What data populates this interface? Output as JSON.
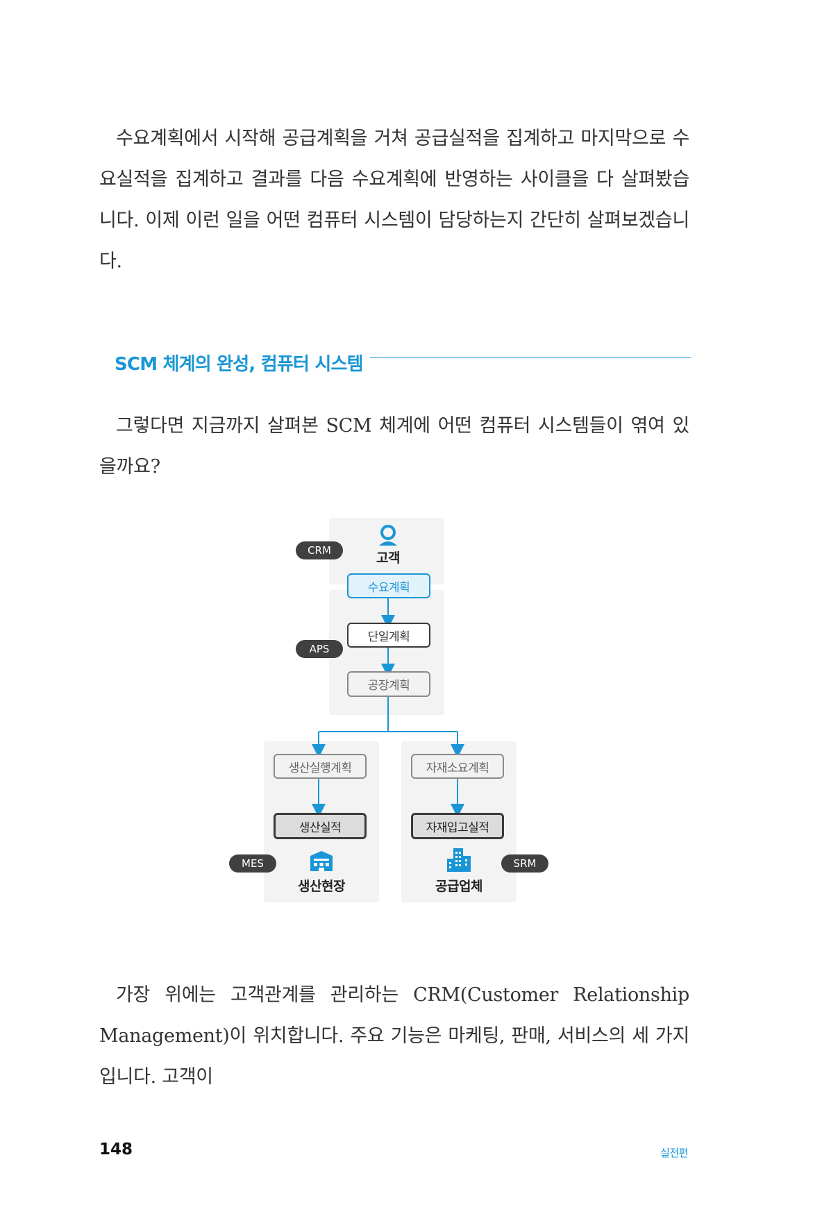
{
  "paragraphs": {
    "p1": "수요계획에서 시작해 공급계획을 거쳐 공급실적을 집계하고 마지막으로 수요실적을 집계하고 결과를 다음 수요계획에 반영하는 사이클을 다 살펴봤습니다. 이제 이런 일을 어떤 컴퓨터 시스템이 담당하는지 간단히 살펴보겠습니다.",
    "p2": "그렇다면 지금까지 살펴본 SCM 체계에 어떤 컴퓨터 시스템들이 엮여 있을까요?",
    "p3": "가장 위에는 고객관계를 관리하는 CRM(Customer Relationship Management)이 위치합니다. 주요 기능은 마케팅, 판매, 서비스의 세 가지입니다. 고객이"
  },
  "section": {
    "title": "SCM 체계의 완성, 컴퓨터 시스템"
  },
  "diagram": {
    "systems": {
      "crm": "CRM",
      "aps": "APS",
      "mes": "MES",
      "srm": "SRM"
    },
    "nodes": {
      "customer": "고객",
      "demand_plan": "수요계획",
      "single_plan": "단일계획",
      "factory_plan": "공장계획",
      "production_exec_plan": "생산실행계획",
      "material_req_plan": "자재소요계획",
      "production_result": "생산실적",
      "material_receipt_result": "자재입고실적",
      "production_site": "생산현장",
      "supplier": "공급업체"
    },
    "icons": {
      "customer": "person-icon",
      "production_site": "factory-icon",
      "supplier": "buildings-icon"
    },
    "colors": {
      "accent": "#1a96d6",
      "pill": "#404040",
      "panel": "#f3f3f3"
    }
  },
  "footer": {
    "page_number": "148",
    "section_name": "실전편"
  }
}
